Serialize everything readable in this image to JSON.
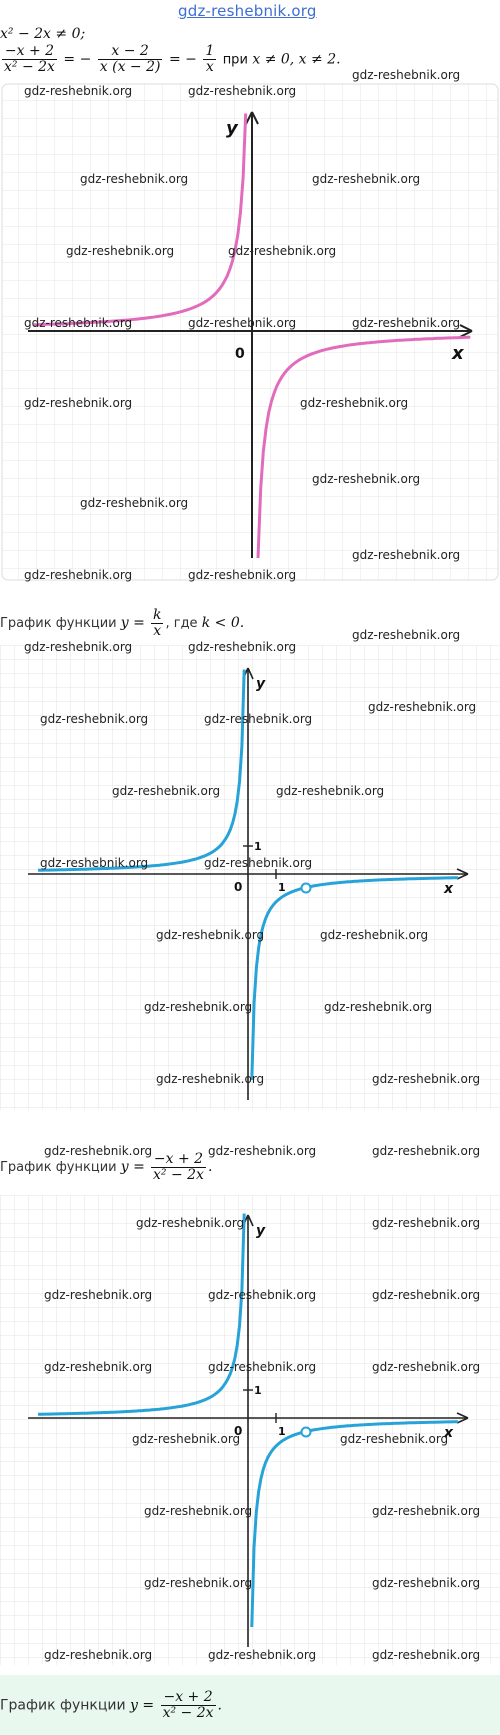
{
  "header": {
    "site_link": "gdz-reshebnik.org"
  },
  "math": {
    "line1": "x² − 2x ≠ 0;",
    "eq_left_num": "−x + 2",
    "eq_left_den": "x² − 2x",
    "eq_eq1": "= −",
    "eq_mid_num": "x − 2",
    "eq_mid_den": "x (x − 2)",
    "eq_eq2": "= −",
    "eq_right_num": "1",
    "eq_right_den": "x",
    "eq_cond_word": "при",
    "eq_cond": "x ≠ 0, x ≠ 2."
  },
  "captions": {
    "c2_text": "График функции",
    "c2_y": "y =",
    "c2_num": "k",
    "c2_den": "x",
    "c2_sep": ", где",
    "c2_cond": "k < 0.",
    "c3_text": "График функции",
    "c3_y": "y =",
    "c3_num": "−x + 2",
    "c3_den": "x² − 2x",
    "c3_end": ".",
    "c4_text": "График функции",
    "c4_y": "y =",
    "c4_num": "−x + 2",
    "c4_den": "x² − 2x",
    "c4_end": "."
  },
  "watermark": "gdz-reshebnik.org",
  "colors": {
    "pink": "#e16cbd",
    "blue": "#27a3d8",
    "grid": "#e6e6e6",
    "axis": "#222222"
  },
  "chart_data": [
    {
      "type": "line",
      "x_axis_label": "x",
      "y_axis_label": "y",
      "origin_label": "0",
      "series_color": "#e16cbd",
      "function": "y = -1/x",
      "grid": true
    },
    {
      "type": "line",
      "x_axis_label": "x",
      "y_axis_label": "y",
      "origin_label": "0",
      "tick_x": "1",
      "tick_y": "1",
      "series_color": "#27a3d8",
      "function": "y = k/x, k < 0",
      "grid": true
    },
    {
      "type": "line",
      "x_axis_label": "x",
      "y_axis_label": "y",
      "origin_label": "0",
      "tick_x": "1",
      "tick_y": "1",
      "series_color": "#27a3d8",
      "function": "y = (-x+2)/(x^2-2x)",
      "excluded_point": [
        2,
        -0.5
      ],
      "grid": true
    }
  ]
}
